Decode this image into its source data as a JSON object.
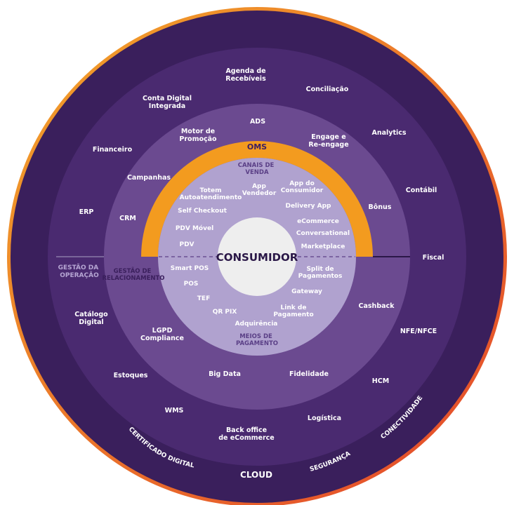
{
  "colors": {
    "outer_gradient_start": "#f2a52a",
    "outer_gradient_end": "#e3462b",
    "ring_outer": "#3a1f5c",
    "ring_2": "#4a2a70",
    "ring_3": "#6b4a90",
    "ring_inner": "#b0a2cf",
    "oms_arc": "#f39b1f",
    "center": "#eeeeee"
  },
  "center": {
    "label": "CONSUMIDOR"
  },
  "oms": {
    "label": "OMS"
  },
  "sections": {
    "canais": [
      "CANAIS DE",
      "VENDA"
    ],
    "meios": [
      "MEIOS DE",
      "PAGAMENTO"
    ],
    "gestao_relacionamento": [
      "GESTÃO DE",
      "RELACIONAMENTO"
    ],
    "gestao_operacao": [
      "GESTÃO DA",
      "OPERAÇÃO"
    ]
  },
  "inner_items": [
    [
      "Totem",
      "Autoatendimento"
    ],
    [
      "App",
      "Vendedor"
    ],
    [
      "App do",
      "Consumidor"
    ],
    [
      "Self Checkout"
    ],
    [
      "Delivery App"
    ],
    [
      "PDV Móvel"
    ],
    [
      "eCommerce"
    ],
    [
      "Conversational"
    ],
    [
      "PDV"
    ],
    [
      "Marketplace"
    ],
    [
      "Smart POS"
    ],
    [
      "Split de",
      "Pagamentos"
    ],
    [
      "POS"
    ],
    [
      "Gateway"
    ],
    [
      "TEF"
    ],
    [
      "QR PIX"
    ],
    [
      "Link de",
      "Pagamento"
    ],
    [
      "Adquirência"
    ]
  ],
  "middle_items": [
    [
      "ADS"
    ],
    [
      "Motor de",
      "Promoção"
    ],
    [
      "Engage e",
      "Re-engage"
    ],
    [
      "Campanhas"
    ],
    [
      "CRM"
    ],
    [
      "Bônus"
    ],
    [
      "Cashback"
    ],
    [
      "LGPD",
      "Compliance"
    ],
    [
      "Big Data"
    ],
    [
      "Fidelidade"
    ]
  ],
  "outer_items": [
    [
      "Agenda de",
      "Recebíveis"
    ],
    [
      "Conta Digital",
      "Integrada"
    ],
    [
      "Conciliação"
    ],
    [
      "Financeiro"
    ],
    [
      "Analytics"
    ],
    [
      "Contábil"
    ],
    [
      "ERP"
    ],
    [
      "Fiscal"
    ],
    [
      "Catálogo",
      "Digital"
    ],
    [
      "NFE/NFCE"
    ],
    [
      "Estoques"
    ],
    [
      "HCM"
    ],
    [
      "WMS"
    ],
    [
      "Logística"
    ],
    [
      "Back office",
      "de eCommerce"
    ]
  ],
  "outer_ring": {
    "cloud": "CLOUD",
    "certificado": "CERTIFICADO DIGITAL",
    "seguranca": "SEGURANÇA",
    "conectividade": "CONECTIVIDADE"
  }
}
